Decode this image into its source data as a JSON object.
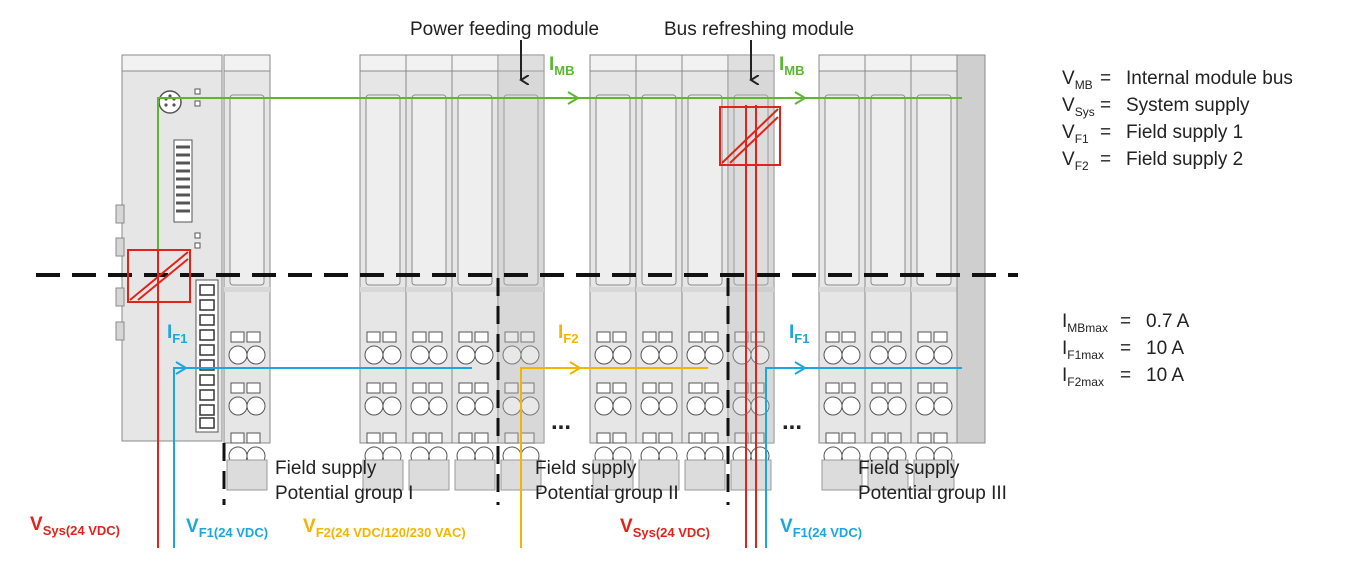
{
  "titles": {
    "power_feeding": "Power feeding module",
    "bus_refreshing": "Bus refreshing module"
  },
  "currents": {
    "i_mb_1": {
      "main": "I",
      "sub": "MB"
    },
    "i_mb_2": {
      "main": "I",
      "sub": "MB"
    },
    "i_f1_1": {
      "main": "I",
      "sub": "F1"
    },
    "i_f2": {
      "main": "I",
      "sub": "F2"
    },
    "i_f1_2": {
      "main": "I",
      "sub": "F1"
    }
  },
  "groups": [
    {
      "line1": "Field supply",
      "line2": "Potential group I"
    },
    {
      "line1": "Field supply",
      "line2": "Potential group II"
    },
    {
      "line1": "Field supply",
      "line2": "Potential group III"
    }
  ],
  "dots": "...",
  "supplies": {
    "vsys_1": {
      "main": "V",
      "sub": "Sys(24 VDC)"
    },
    "vf1_1": {
      "main": "V",
      "sub": "F1(24 VDC)"
    },
    "vf2": {
      "main": "V",
      "sub": "F2(24 VDC/120/230 VAC)"
    },
    "vsys_2": {
      "main": "V",
      "sub": "Sys(24 VDC)"
    },
    "vf1_2": {
      "main": "V",
      "sub": "F1(24 VDC)"
    }
  },
  "legend": [
    {
      "sym": "V",
      "sub": "MB",
      "eq": "=",
      "text": "Internal module bus"
    },
    {
      "sym": "V",
      "sub": "Sys",
      "eq": "=",
      "text": "System supply"
    },
    {
      "sym": "V",
      "sub": "F1",
      "eq": "=",
      "text": "Field supply 1"
    },
    {
      "sym": "V",
      "sub": "F2",
      "eq": "=",
      "text": "Field supply 2"
    }
  ],
  "limits": [
    {
      "sym": "I",
      "sub": "MBmax",
      "eq": "=",
      "value": "0.7 A"
    },
    {
      "sym": "I",
      "sub": "F1max",
      "eq": "=",
      "value": "10 A"
    },
    {
      "sym": "I",
      "sub": "F2max",
      "eq": "=",
      "value": "10 A"
    }
  ],
  "colors": {
    "bus": "#5bb832",
    "system": "#e2231a",
    "field1": "#1aa7e0",
    "field2": "#f4b400",
    "module_fill": "#e6e6e6",
    "module_stroke": "#8a8a8a"
  }
}
